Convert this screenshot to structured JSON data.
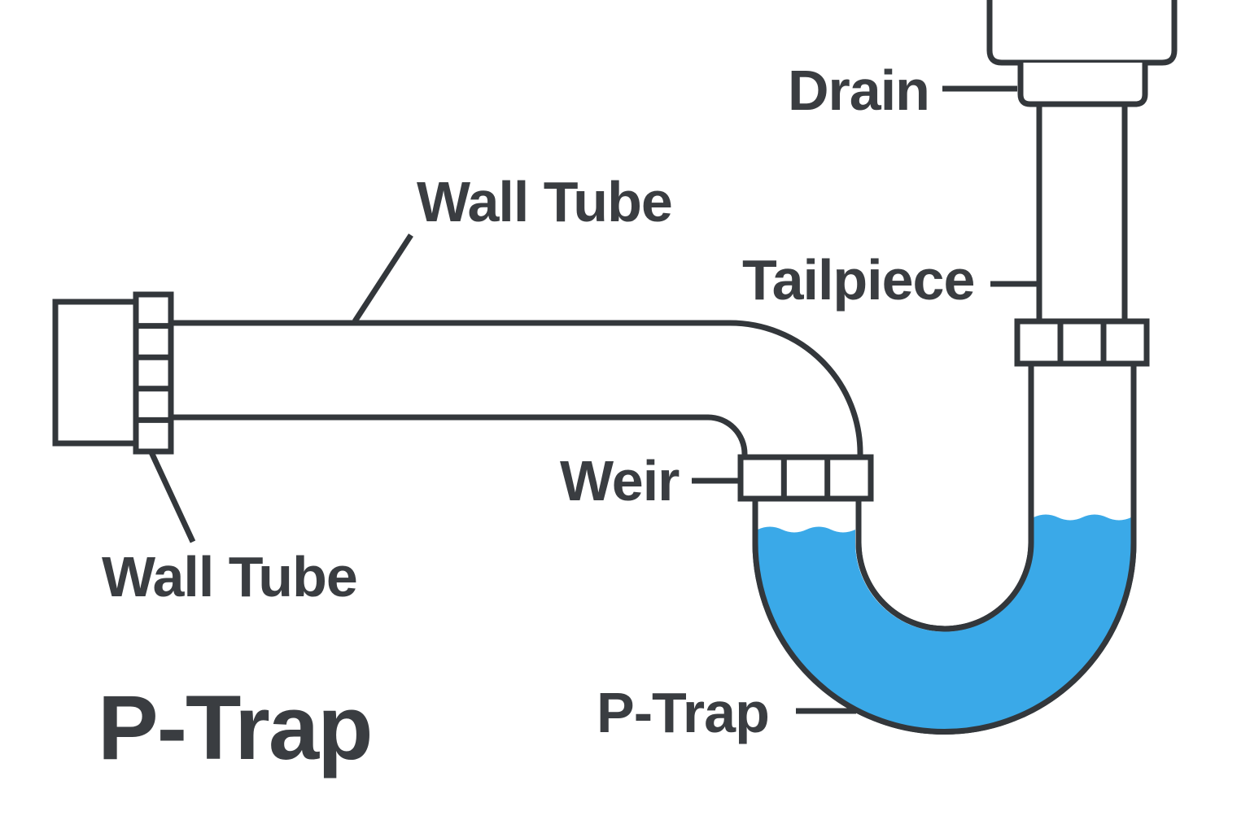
{
  "diagram": {
    "title": "P-Trap",
    "labels": {
      "drain": "Drain",
      "wall_tube_top": "Wall Tube",
      "tailpiece": "Tailpiece",
      "weir": "Weir",
      "wall_tube_bottom": "Wall Tube",
      "p_trap": "P-Trap"
    },
    "colors": {
      "outline": "#33373b",
      "text": "#3a3d41",
      "water": "#3aa9e8",
      "background": "#ffffff"
    }
  }
}
